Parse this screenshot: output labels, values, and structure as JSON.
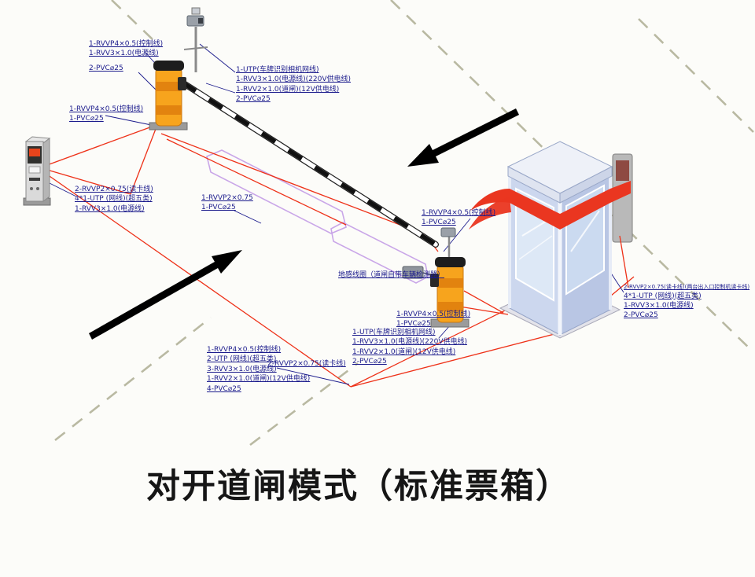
{
  "title": "对开道闸模式（标准票箱）",
  "colors": {
    "cable": "#ee3118",
    "annotation": "#1b1b8c",
    "post": "#f7a41d",
    "island": "#c9a6e8"
  },
  "labels": {
    "top_left": [
      "1-RVVP4×0.5(控制线)",
      "1-RVV3×1.0(电源线)",
      "2-PVC⌀25"
    ],
    "left_post": [
      "1-RVVP4×0.5(控制线)",
      "1-PVC⌀25"
    ],
    "left_machine": [
      "2-RVVP2×0.75(读卡线)",
      "4*1-UTP (网线)(超五类)",
      "1-RVV3×1.0(电源线)"
    ],
    "camera_top": [
      "1-UTP(车牌识别相机网线)",
      "1-RVV3×1.0(电源线)(220V供电线)",
      "1-RVV2×1.0(道闸)(12V供电线)",
      "2-PVC⌀25"
    ],
    "center_conduit": [
      "1-RVVP2×0.75",
      "1-PVC⌀25"
    ],
    "mid_post2": [
      "1-RVVP4×0.5(控制线)",
      "1-PVC⌀25"
    ],
    "ground_loop": [
      "地感线圈（道闸自带车辆检测器）"
    ],
    "post2_base": [
      "1-RVVP4×0.5(控制线)",
      "1-PVC⌀25"
    ],
    "bottom_left": [
      "1-RVVP4×0.5(控制线)",
      "2-UTP (网线)(超五类)",
      "3-RVV3×1.0(电源线)",
      "1-RVV2×1.0(道闸)(12V供电线)",
      "4-PVC⌀25"
    ],
    "bottom_center": [
      "1-UTP(车牌识别相机网线)",
      "1-RVV3×1.0(电源线)(220V供电线)",
      "1-RVV2×1.0(道闸)(12V供电线)",
      "2-PVC⌀25"
    ],
    "reader_line": [
      "2-RVVP2×0.75(读卡线)"
    ],
    "right_booth": [
      "2-RVVP2×0.75(读卡线)(两台出入口控制机读卡线)",
      "4*1-UTP (网线)(超五类)",
      "1-RVV3×1.0(电源线)",
      "2-PVC⌀25"
    ]
  }
}
